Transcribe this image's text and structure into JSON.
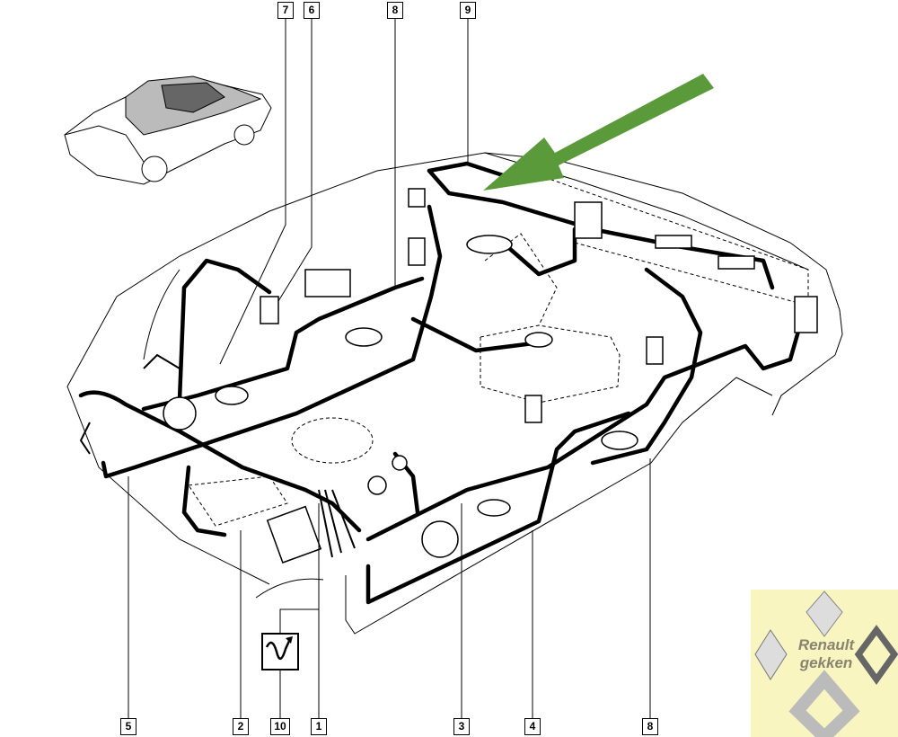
{
  "diagram": {
    "title": "Vehicle wiring harness layout",
    "callouts_top": [
      "7",
      "6",
      "8",
      "9"
    ],
    "callouts_bottom": [
      "5",
      "2",
      "10",
      "1",
      "3",
      "4",
      "8"
    ],
    "arrow_color": "#5a9a3a",
    "harness_color": "#000000"
  },
  "logo": {
    "line1": "Renault",
    "line2": "gekken",
    "background": "#f8f5c0"
  }
}
